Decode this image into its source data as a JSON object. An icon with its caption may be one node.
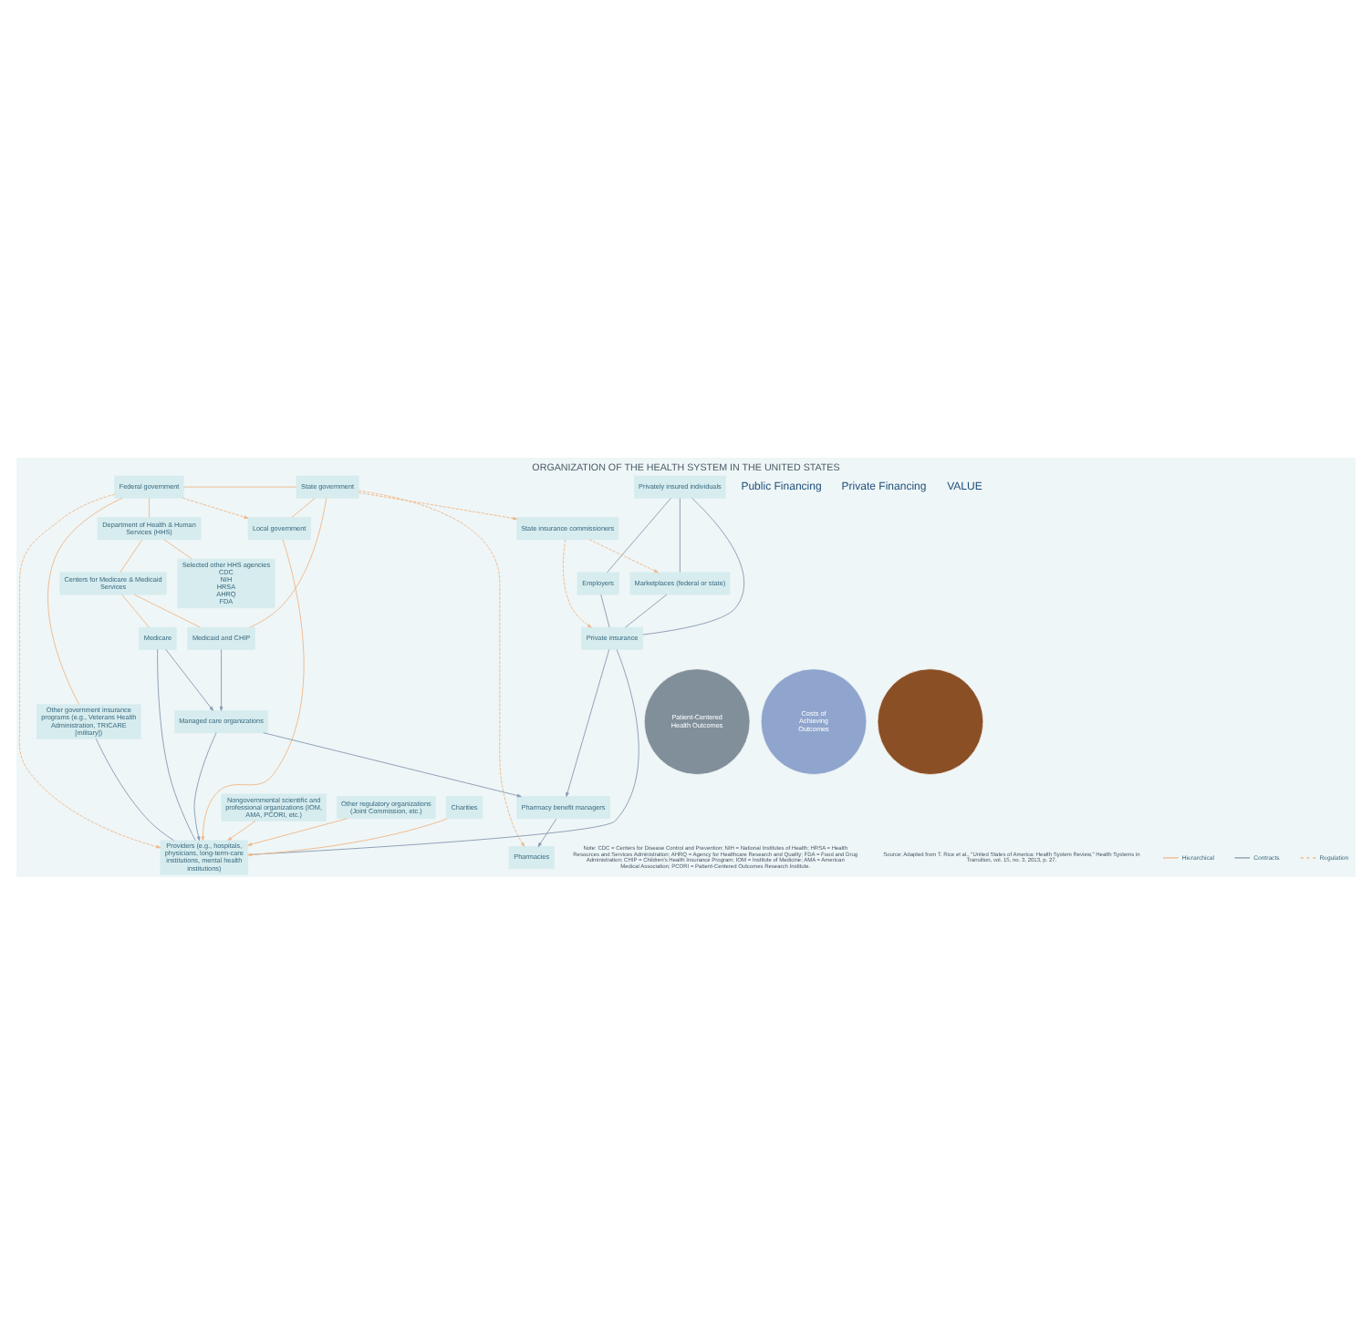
{
  "diagram": {
    "title": "ORGANIZATION OF THE HEALTH SYSTEM IN THE UNITED STATES",
    "nodes": [
      {
        "text": [
          "Federal government"
        ]
      },
      {
        "text": [
          "State government"
        ]
      },
      {
        "text": [
          "Local government"
        ]
      },
      {
        "text": [
          "Privately insured individuals"
        ]
      },
      {
        "text": [
          "Selected other HHS agencies",
          "CDC",
          "NIH",
          "HRSA",
          "AHRQ",
          "FDA"
        ]
      },
      {
        "text": [
          "Department of Health & Human Services (HHS)"
        ]
      },
      {
        "text": [
          "Employers"
        ]
      },
      {
        "text": [
          "Marketplaces (federal or state)"
        ]
      },
      {
        "text": [
          "State insurance commissioners"
        ]
      },
      {
        "text": [
          "Centers for Medicare & Medicaid Services"
        ]
      },
      {
        "text": [
          "Other government insurance programs (e.g., Veterans Health Administration, TRICARE [military])"
        ]
      },
      {
        "text": [
          "Medicare"
        ]
      },
      {
        "text": [
          "Medicaid and CHIP"
        ]
      },
      {
        "text": [
          "Private insurance"
        ]
      },
      {
        "text": [
          "Managed care organizations"
        ]
      },
      {
        "text": [
          "Pharmacy benefit managers"
        ]
      },
      {
        "text": [
          "Providers (e.g., hospitals, physicians, long-term-care institutions, mental health institutions)"
        ]
      },
      {
        "text": [
          "Pharmacies"
        ]
      },
      {
        "text": [
          "Nongovernmental scientific and professional organizations (IOM, AMA, PCORI, etc.)"
        ]
      },
      {
        "text": [
          "Other regulatory organizations (Joint Commission, etc.)"
        ]
      },
      {
        "text": [
          "Charities"
        ]
      },
      {
        "text": [
          "Patient-Centered Health Outcomes"
        ]
      },
      {
        "text": [
          "Costs of Achieving Outcomes"
        ]
      },
      {
        "text": [],
        "shape": "circle"
      }
    ],
    "edges": [
      {
        "from": 0,
        "to": 1,
        "arrow": "none"
      },
      {
        "from": 1,
        "to": 2,
        "arrow": "none"
      },
      {
        "from": 0,
        "to": 2,
        "arrow": "to",
        "style": "dashed"
      },
      {
        "from": 0,
        "to": 5,
        "arrow": "none"
      },
      {
        "from": 5,
        "to": 4,
        "arrow": "none"
      },
      {
        "from": 5,
        "to": 9,
        "arrow": "none"
      },
      {
        "from": 9,
        "to": 11,
        "arrow": "none"
      },
      {
        "from": 9,
        "to": 12,
        "arrow": "none"
      },
      {
        "from": 0,
        "to": 10,
        "arrow": "none"
      },
      {
        "from": 1,
        "to": 12,
        "arrow": "none"
      },
      {
        "from": 2,
        "to": 16,
        "arrow": "to"
      },
      {
        "from": 3,
        "to": 6,
        "arrow": "none",
        "color": "#8a9bb3"
      },
      {
        "from": 3,
        "to": 7,
        "arrow": "none",
        "color": "#8a9bb3"
      },
      {
        "from": 3,
        "to": 13,
        "arrow": "none",
        "color": "#8a9bb3"
      },
      {
        "from": 6,
        "to": 13,
        "arrow": "none",
        "color": "#8a9bb3"
      },
      {
        "from": 7,
        "to": 13,
        "arrow": "none",
        "color": "#8a9bb3"
      },
      {
        "from": 11,
        "to": 14,
        "arrow": "to",
        "color": "#8a9bb3"
      },
      {
        "from": 12,
        "to": 14,
        "arrow": "to",
        "color": "#8a9bb3"
      },
      {
        "from": 13,
        "to": 15,
        "arrow": "to",
        "color": "#8a9bb3"
      },
      {
        "from": 14,
        "to": 15,
        "arrow": "to",
        "color": "#8a9bb3"
      },
      {
        "from": 15,
        "to": 17,
        "arrow": "to",
        "color": "#8a9bb3"
      },
      {
        "from": 14,
        "to": 16,
        "arrow": "to",
        "color": "#8a9bb3"
      },
      {
        "from": 11,
        "to": 16,
        "arrow": "none",
        "color": "#8a9bb3"
      },
      {
        "from": 10,
        "to": 16,
        "arrow": "none",
        "color": "#8a9bb3"
      },
      {
        "from": 13,
        "to": 16,
        "arrow": "none",
        "color": "#8a9bb3"
      },
      {
        "from": 0,
        "to": 16,
        "arrow": "to",
        "style": "dashed"
      },
      {
        "from": 1,
        "to": 8,
        "arrow": "to",
        "style": "dashed"
      },
      {
        "from": 8,
        "to": 13,
        "arrow": "to",
        "style": "dashed"
      },
      {
        "from": 8,
        "to": 7,
        "arrow": "to",
        "style": "dashed"
      },
      {
        "from": 1,
        "to": 17,
        "arrow": "to",
        "style": "dashed"
      },
      {
        "from": 18,
        "to": 16,
        "arrow": "to"
      },
      {
        "from": 19,
        "to": 16,
        "arrow": "to"
      },
      {
        "from": 20,
        "to": 16,
        "arrow": "to"
      }
    ],
    "labels": [
      "Public Financing",
      "Private Financing",
      "VALUE",
      "Note: CDC = Centers for Disease Control and Prevention; NIH = National Institutes of Health; HRSA = Health Resources and Services Administration; AHRQ = Agency for Healthcare Research and Quality; FDA = Food and Drug Administration; CHIP = Children's Health Insurance Program; IOM = Institute of Medicine; AMA = American Medical Association; PCORI = Patient-Centered Outcomes Research Institute.",
      "Source: Adapted from T. Rice et al., \"United States of America: Health System Review,\" Health Systems in Transition, vol. 15, no. 3, 2013, p. 27."
    ],
    "legend": [
      {
        "text": "Hierarchical"
      },
      {
        "text": "Contracts"
      },
      {
        "text": "Regulation"
      }
    ]
  }
}
